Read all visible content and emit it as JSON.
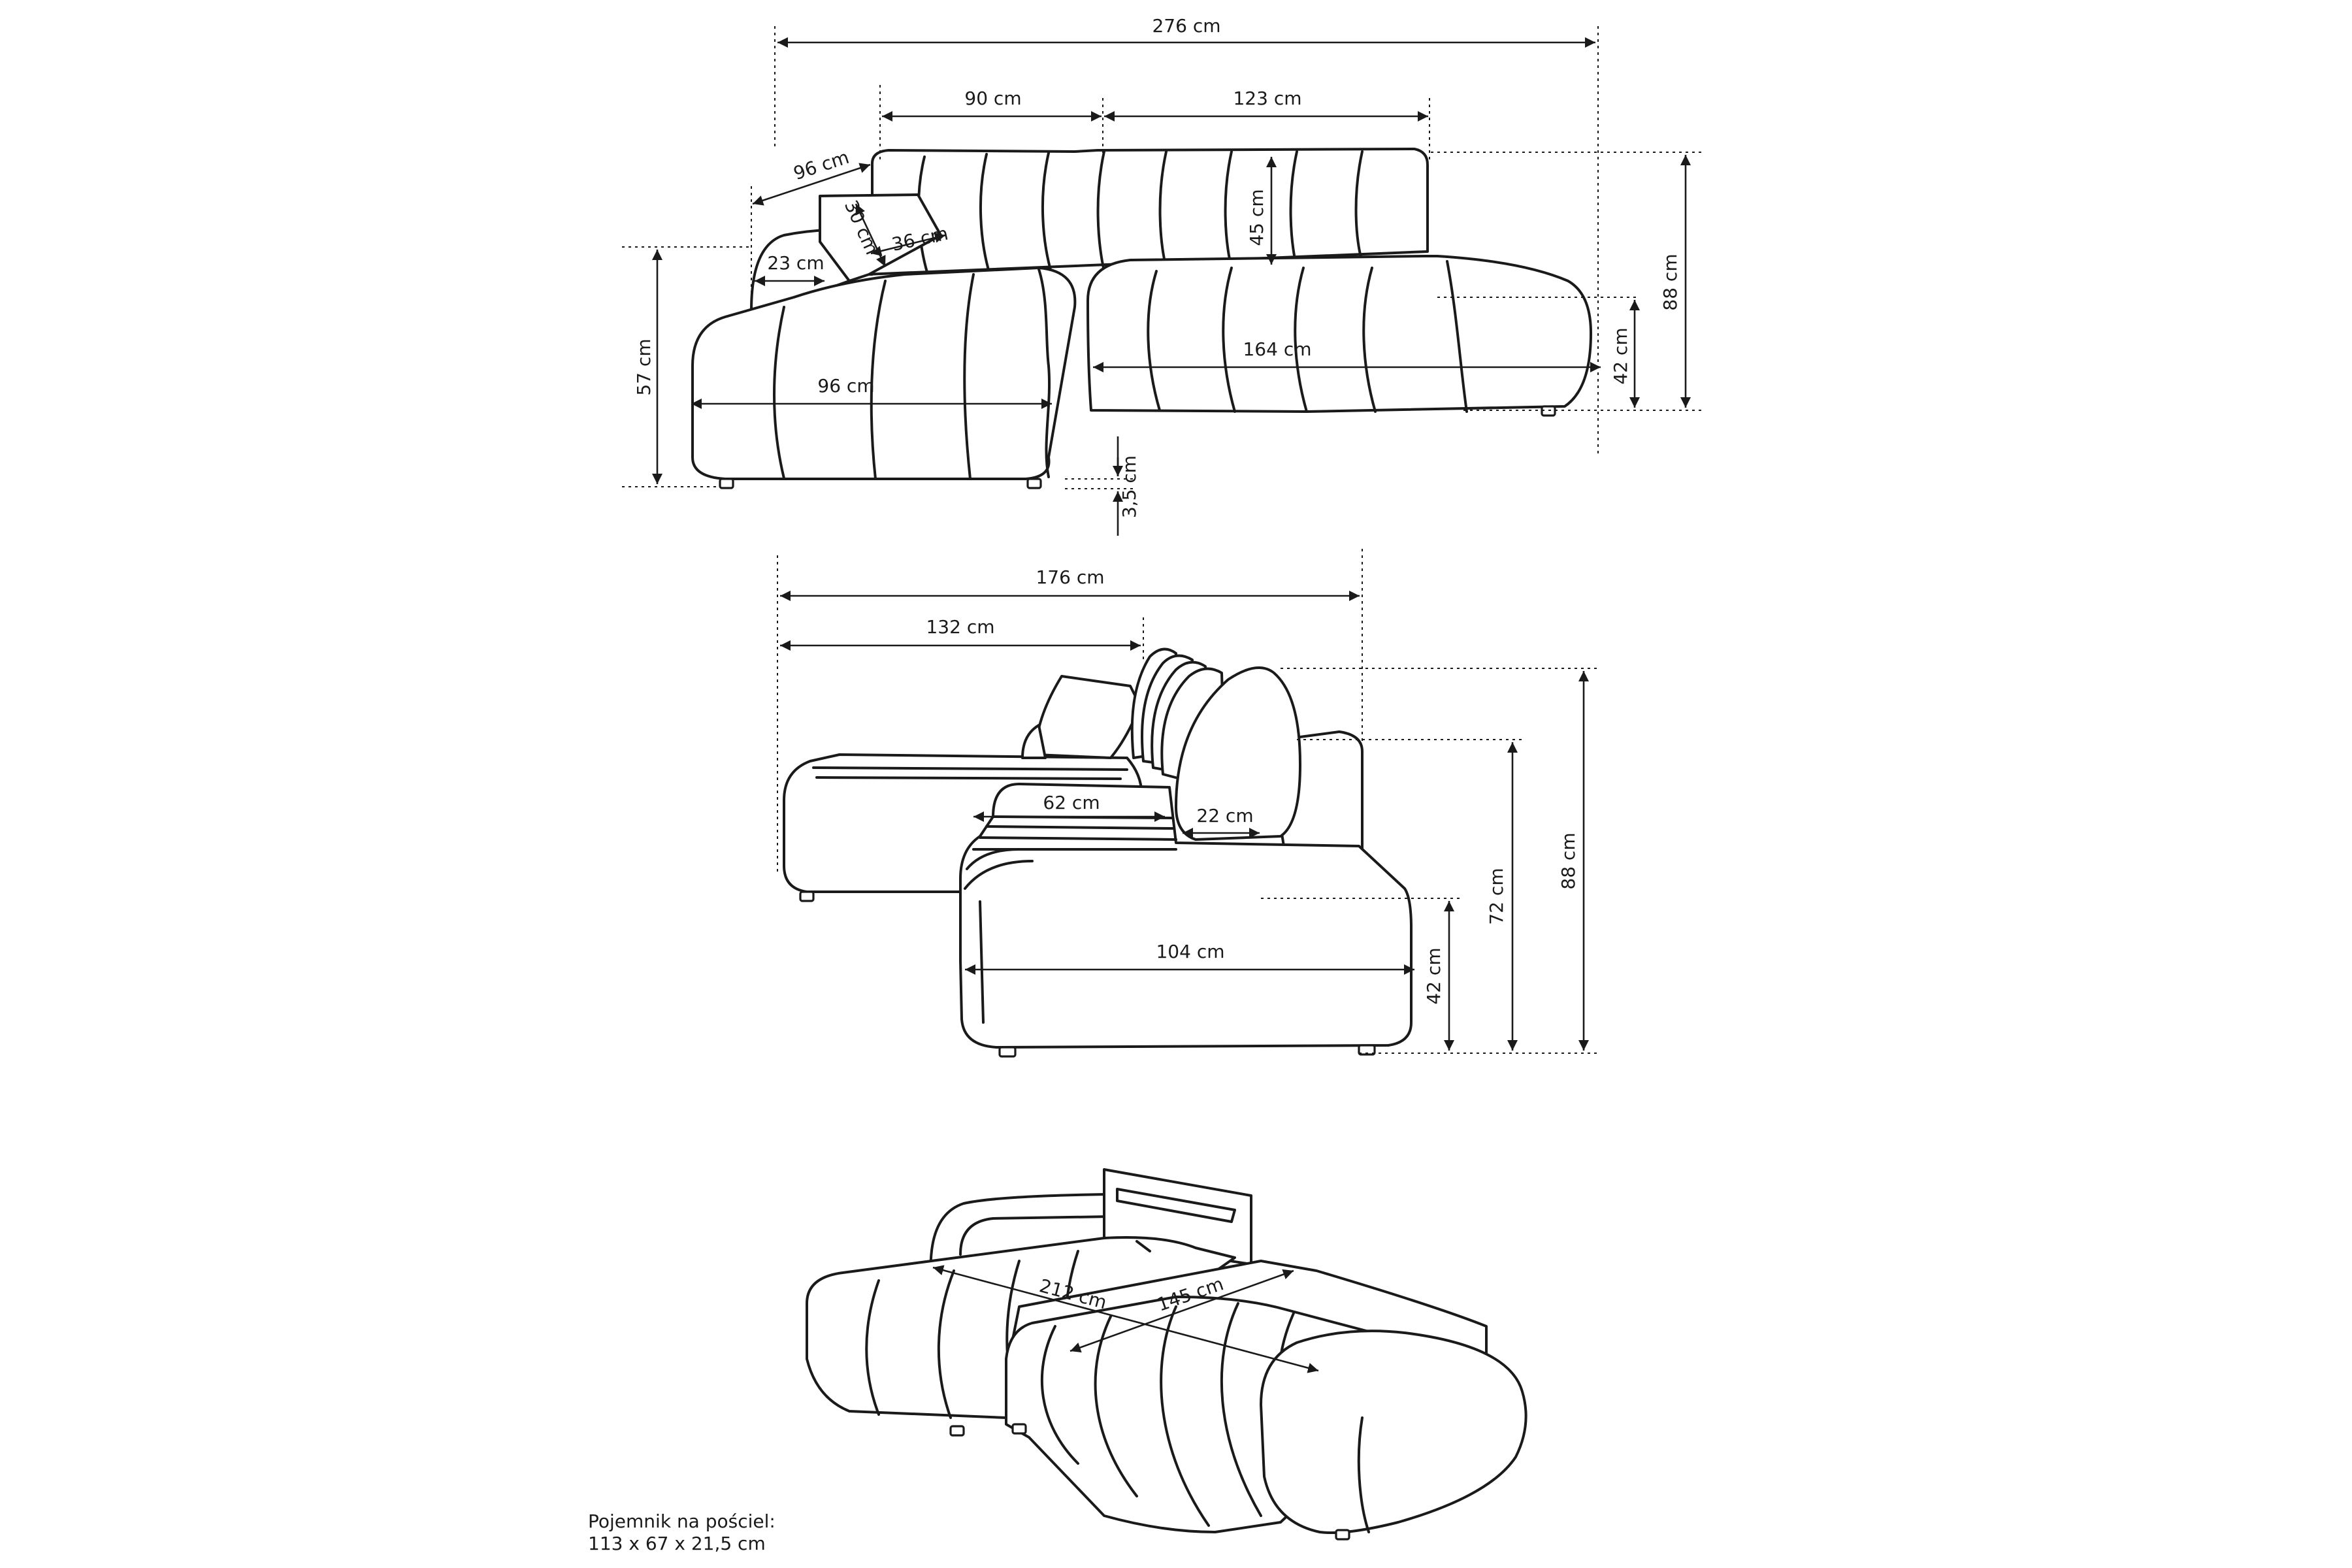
{
  "top_view": {
    "total_width": "276 cm",
    "backrest_left": "90 cm",
    "backrest_right": "123 cm",
    "depth": "96 cm",
    "pillow_height": "30 cm",
    "pillow_width": "36 cm",
    "armrest_width": "23 cm",
    "left_height": "57 cm",
    "back_height": "45 cm",
    "chaise_depth": "96 cm",
    "seat_width": "164 cm",
    "seat_height": "42 cm",
    "total_height": "88 cm",
    "leg_height": "3,5 cm"
  },
  "side_view": {
    "total_width": "176 cm",
    "inner_width": "132 cm",
    "seat_depth": "62 cm",
    "back_thickness": "22 cm",
    "seat_length": "104 cm",
    "seat_height": "42 cm",
    "back_height": "72 cm",
    "total_height": "88 cm"
  },
  "bed_view": {
    "bed_length": "212 cm",
    "bed_width": "145 cm"
  },
  "storage": {
    "label": "Pojemnik na pościel:",
    "size": "113 x 67 x 21,5 cm"
  }
}
